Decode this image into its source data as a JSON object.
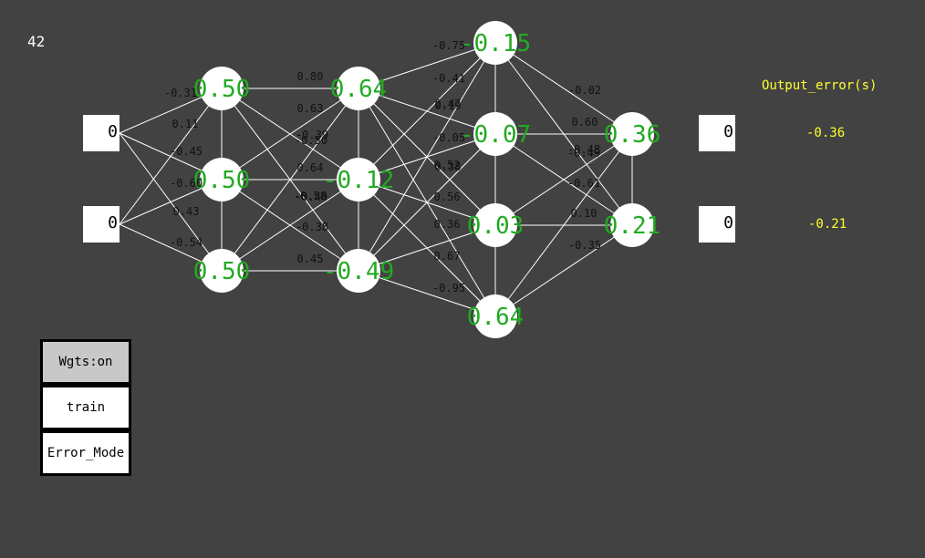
{
  "counter": "42",
  "inputs": [
    "0",
    "0"
  ],
  "outputs": [
    "0",
    "0"
  ],
  "output_error_title": "Output_error(s)",
  "output_errors": [
    "-0.36",
    "-0.21"
  ],
  "buttons": {
    "weights": "Wgts:on",
    "train": "train",
    "error_mode": "Error_Mode"
  },
  "colors": {
    "background": "#424242",
    "node_fill": "#ffffff",
    "node_value": "#22aa22",
    "weight_text": "#111111",
    "edge": "#ffffff",
    "error_text": "#ffff33"
  },
  "network": {
    "layers": [
      [
        "0.50",
        "0.50",
        "0.50"
      ],
      [
        "0.64",
        "-0.12",
        "-0.49"
      ],
      [
        "-0.15",
        "-0.07",
        "0.03",
        "0.64"
      ],
      [
        "0.36",
        "0.21"
      ]
    ],
    "weight_labels": [
      "-0.31",
      "0.11",
      "-0.45",
      "-0.60",
      "0.43",
      "-0.54",
      "0.80",
      "0.63",
      "-0.39",
      "-0.50",
      "0.64",
      "-0.58",
      "-0.40",
      "-0.38",
      "0.45",
      "-0.75",
      "-0.41",
      "0.19",
      "-0.05",
      "0.52",
      "0.56",
      "0.36",
      "0.67",
      "-0.95",
      "0.47",
      "0.38",
      "-0.02",
      "0.60",
      "-0.48",
      "-0.61",
      "0.10",
      "-0.35",
      "-0.49"
    ]
  }
}
